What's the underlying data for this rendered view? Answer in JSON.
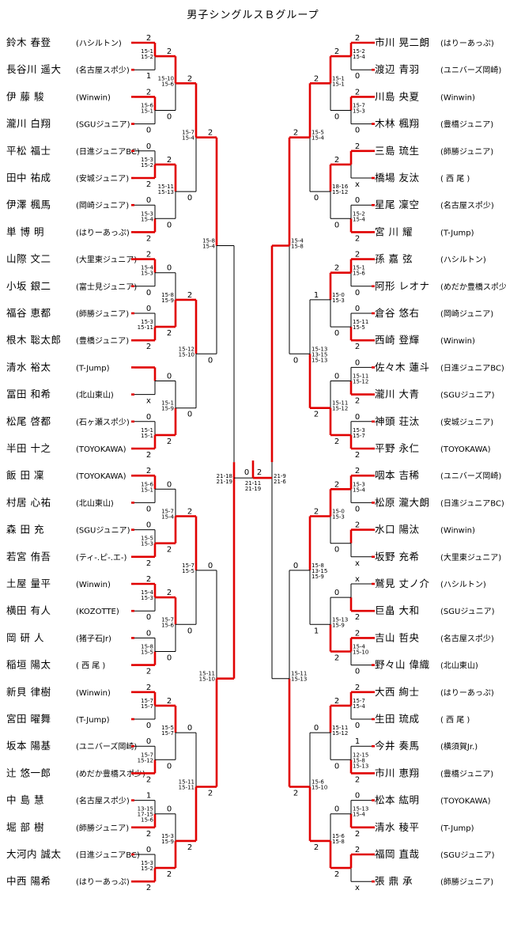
{
  "title": "男子シングルスＢグループ",
  "left_players": [
    {
      "name": "鈴木 春登",
      "club": "(ハシルトン)"
    },
    {
      "name": "長谷川 遥大",
      "club": "(名古屋スポ少)"
    },
    {
      "name": "伊 藤  駿",
      "club": "(Winwin)"
    },
    {
      "name": "瀧川 白翔",
      "club": "(SGUジュニア)"
    },
    {
      "name": "平松 福士",
      "club": "(日進ジュニアBC)"
    },
    {
      "name": "田中 祐成",
      "club": "(安城ジュニア)"
    },
    {
      "name": "伊澤 楓馬",
      "club": "(岡崎ジュニア)"
    },
    {
      "name": "単  博 明",
      "club": "(はりーあっぷ)"
    },
    {
      "name": "山際 文二",
      "club": "(大里東ジュニア)"
    },
    {
      "name": "小坂 銀二",
      "club": "(富士見ジュニア)"
    },
    {
      "name": "福谷 恵都",
      "club": "(師勝ジュニア)"
    },
    {
      "name": "根木 聡太郎",
      "club": "(豊橋ジュニア)"
    },
    {
      "name": "清水 裕太",
      "club": "(T-Jump)"
    },
    {
      "name": "冨田 和希",
      "club": "(北山東山)"
    },
    {
      "name": "松尾 啓都",
      "club": "(石ヶ瀬スポ少)"
    },
    {
      "name": "半田 十之",
      "club": "(TOYOKAWA)"
    },
    {
      "name": "飯 田  凜",
      "club": "(TOYOKAWA)"
    },
    {
      "name": "村居 心祐",
      "club": "(北山東山)"
    },
    {
      "name": "森 田  充",
      "club": "(SGUジュニア)"
    },
    {
      "name": "若宮 侑吾",
      "club": "(ティ-.ピ-.エ-)"
    },
    {
      "name": "土屋 量平",
      "club": "(Winwin)"
    },
    {
      "name": "横田 有人",
      "club": "(KOZOTTE)"
    },
    {
      "name": "岡  研 人",
      "club": "(猪子石Jr)"
    },
    {
      "name": "稲垣 陽太",
      "club": "( 西 尾 )"
    },
    {
      "name": "新貝 律樹",
      "club": "(Winwin)"
    },
    {
      "name": "宮田 曜舞",
      "club": "(T-Jump)"
    },
    {
      "name": "坂本 陽基",
      "club": "(ユニバーズ岡崎)"
    },
    {
      "name": "辻 悠一郎",
      "club": "(めだか豊橋スポ少)"
    },
    {
      "name": "中 島  慧",
      "club": "(名古屋スポ少)"
    },
    {
      "name": "堀 部  樹",
      "club": "(師勝ジュニア)"
    },
    {
      "name": "大河内 誠太",
      "club": "(日進ジュニアBC)"
    },
    {
      "name": "中西 陽希",
      "club": "(はりーあっぷ)"
    }
  ],
  "right_players": [
    {
      "name": "市川 晃二朗",
      "club": "(はりーあっぷ)"
    },
    {
      "name": "渡辺 青羽",
      "club": "(ユニバーズ岡崎)"
    },
    {
      "name": "川島 央夏",
      "club": "(Winwin)"
    },
    {
      "name": "木林 楓翔",
      "club": "(豊橋ジュニア)"
    },
    {
      "name": "三島 琉生",
      "club": "(師勝ジュニア)"
    },
    {
      "name": "橋場 友汰",
      "club": "( 西 尾 )"
    },
    {
      "name": "星尾 凜空",
      "club": "(名古屋スポ少)"
    },
    {
      "name": "宮 川  耀",
      "club": "(T-Jump)"
    },
    {
      "name": "孫  嘉 弦",
      "club": "(ハシルトン)"
    },
    {
      "name": "阿形 レオナ",
      "club": "(めだか豊橋スポ少)"
    },
    {
      "name": "倉谷 悠右",
      "club": "(岡崎ジュニア)"
    },
    {
      "name": "西崎 登輝",
      "club": "(Winwin)"
    },
    {
      "name": "佐々木 蓮斗",
      "club": "(日進ジュニアBC)"
    },
    {
      "name": "瀧川 大青",
      "club": "(SGUジュニア)"
    },
    {
      "name": "神頭 荘汰",
      "club": "(安城ジュニア)"
    },
    {
      "name": "平野 永仁",
      "club": "(TOYOKAWA)"
    },
    {
      "name": "咽本 吉稀",
      "club": "(ユニバーズ岡崎)"
    },
    {
      "name": "松原 瀧大朗",
      "club": "(日進ジュニアBC)"
    },
    {
      "name": "水口 陽汰",
      "club": "(Winwin)"
    },
    {
      "name": "坂野 充希",
      "club": "(大里東ジュニア)"
    },
    {
      "name": "鷲見 丈ノ介",
      "club": "(ハシルトン)"
    },
    {
      "name": "巨畠 大和",
      "club": "(SGUジュニア)"
    },
    {
      "name": "吉山 哲央",
      "club": "(名古屋スポ少)"
    },
    {
      "name": "野々山 偉織",
      "club": "(北山東山)"
    },
    {
      "name": "大西 絢士",
      "club": "(はりーあっぷ)"
    },
    {
      "name": "生田 琉成",
      "club": "( 西 尾 )"
    },
    {
      "name": "今井 奏馬",
      "club": "(横須賀Jr.)"
    },
    {
      "name": "市川 恵翔",
      "club": "(豊橋ジュニア)"
    },
    {
      "name": "松本 紘明",
      "club": "(TOYOKAWA)"
    },
    {
      "name": "清水 稜平",
      "club": "(T-Jump)"
    },
    {
      "name": "福岡 直哉",
      "club": "(SGUジュニア)"
    },
    {
      "name": "張  鼎 承",
      "club": "(師勝ジュニア)"
    }
  ],
  "left_r1": [
    {
      "r": [
        "2",
        "1"
      ],
      "s": [
        "15-1",
        "15-2"
      ]
    },
    {
      "r": [
        "2",
        "0"
      ],
      "s": [
        "15-6",
        "15-1"
      ]
    },
    {
      "r": [
        "0",
        "2"
      ],
      "s": [
        "15-3",
        "15-2"
      ]
    },
    {
      "r": [
        "0",
        "2"
      ],
      "s": [
        "15-3",
        "15-4"
      ]
    },
    {
      "r": [
        "2",
        "0"
      ],
      "s": [
        "15-4",
        "15-3"
      ]
    },
    {
      "r": [
        "0",
        "2"
      ],
      "s": [
        "15-3",
        "15-11"
      ]
    },
    {
      "r": [
        "",
        "x"
      ],
      "s": [
        "",
        ""
      ]
    },
    {
      "r": [
        "0",
        "2"
      ],
      "s": [
        "15-1",
        "15-1"
      ]
    },
    {
      "r": [
        "2",
        "0"
      ],
      "s": [
        "15-6",
        "15-1"
      ]
    },
    {
      "r": [
        "0",
        "2"
      ],
      "s": [
        "15-5",
        "15-3"
      ]
    },
    {
      "r": [
        "2",
        "0"
      ],
      "s": [
        "15-4",
        "15-3"
      ]
    },
    {
      "r": [
        "0",
        "2"
      ],
      "s": [
        "15-8",
        "15-5"
      ]
    },
    {
      "r": [
        "2",
        "0"
      ],
      "s": [
        "15-7",
        "15-7"
      ]
    },
    {
      "r": [
        "0",
        "2"
      ],
      "s": [
        "15-7",
        "15-12"
      ]
    },
    {
      "r": [
        "1",
        "2"
      ],
      "s": [
        "13-15",
        "17-15",
        "15-6"
      ]
    },
    {
      "r": [
        "0",
        "2"
      ],
      "s": [
        "15-3",
        "15-2"
      ]
    }
  ],
  "left_r2": [
    {
      "r": [
        "2",
        "0"
      ],
      "s": [
        "15-10",
        "15-6"
      ]
    },
    {
      "r": [
        "2",
        "0"
      ],
      "s": [
        "15-11",
        "15-13"
      ]
    },
    {
      "r": [
        "0",
        "2"
      ],
      "s": [
        "15-8",
        "15-9"
      ]
    },
    {
      "r": [
        "0",
        "2"
      ],
      "s": [
        "15-1",
        "15-9"
      ]
    },
    {
      "r": [
        "0",
        "2"
      ],
      "s": [
        "15-7",
        "15-4"
      ]
    },
    {
      "r": [
        "2",
        "0"
      ],
      "s": [
        "15-7",
        "15-6"
      ]
    },
    {
      "r": [
        "2",
        "0"
      ],
      "s": [
        "15-5",
        "15-7"
      ]
    },
    {
      "r": [
        "0",
        "2"
      ],
      "s": [
        "15-3",
        "15-9"
      ]
    }
  ],
  "left_r3": [
    {
      "r": [
        "2",
        "0"
      ],
      "s": [
        "15-7",
        "15-4"
      ]
    },
    {
      "r": [
        "2",
        "0"
      ],
      "s": [
        "15-12",
        "15-10"
      ]
    },
    {
      "r": [
        "2",
        "0"
      ],
      "s": [
        "15-7",
        "15-5"
      ]
    },
    {
      "r": [
        "0",
        "2"
      ],
      "s": [
        "15-11",
        "15-11"
      ]
    }
  ],
  "left_r4": [
    {
      "r": [
        "2",
        "0"
      ],
      "s": [
        "15-8",
        "15-4"
      ]
    },
    {
      "r": [
        "0",
        "2"
      ],
      "s": [
        "15-11",
        "15-10"
      ]
    }
  ],
  "right_r1": [
    {
      "r": [
        "2",
        "0"
      ],
      "s": [
        "15-2",
        "15-4"
      ]
    },
    {
      "r": [
        "2",
        "0"
      ],
      "s": [
        "15-7",
        "15-3"
      ]
    },
    {
      "r": [
        "2",
        "x"
      ],
      "s": [
        "",
        ""
      ]
    },
    {
      "r": [
        "0",
        "2"
      ],
      "s": [
        "15-2",
        "15-4"
      ]
    },
    {
      "r": [
        "2",
        "0"
      ],
      "s": [
        "15-1",
        "15-6"
      ]
    },
    {
      "r": [
        "0",
        "2"
      ],
      "s": [
        "15-11",
        "15-5"
      ]
    },
    {
      "r": [
        "0",
        "2"
      ],
      "s": [
        "15-11",
        "15-12"
      ]
    },
    {
      "r": [
        "0",
        "2"
      ],
      "s": [
        "15-3",
        "15-7"
      ]
    },
    {
      "r": [
        "2",
        "0"
      ],
      "s": [
        "15-3",
        "15-4"
      ]
    },
    {
      "r": [
        "2",
        "x"
      ],
      "s": [
        "",
        ""
      ]
    },
    {
      "r": [
        "x",
        "2"
      ],
      "s": [
        "",
        ""
      ]
    },
    {
      "r": [
        "2",
        "0"
      ],
      "s": [
        "15-4",
        "15-10"
      ]
    },
    {
      "r": [
        "2",
        "0"
      ],
      "s": [
        "15-7",
        "15-4"
      ]
    },
    {
      "r": [
        "1",
        "2"
      ],
      "s": [
        "12-15",
        "15-8",
        "15-13"
      ]
    },
    {
      "r": [
        "0",
        "2"
      ],
      "s": [
        "15-13",
        "15-4"
      ]
    },
    {
      "r": [
        "2",
        "x"
      ],
      "s": [
        "",
        ""
      ]
    }
  ],
  "right_r2": [
    {
      "r": [
        "2",
        "0"
      ],
      "s": [
        "15-1",
        "15-1"
      ]
    },
    {
      "r": [
        "2",
        "0"
      ],
      "s": [
        "18-16",
        "15-12"
      ]
    },
    {
      "r": [
        "2",
        "0"
      ],
      "s": [
        "15-0",
        "15-3"
      ]
    },
    {
      "r": [
        "0",
        "2"
      ],
      "s": [
        "15-11",
        "15-12"
      ]
    },
    {
      "r": [
        "2",
        "0"
      ],
      "s": [
        "15-0",
        "15-3"
      ]
    },
    {
      "r": [
        "0",
        "2"
      ],
      "s": [
        "15-13",
        "15-9"
      ]
    },
    {
      "r": [
        "2",
        "0"
      ],
      "s": [
        "15-11",
        "15-12"
      ]
    },
    {
      "r": [
        "0",
        "2"
      ],
      "s": [
        "15-6",
        "15-8"
      ]
    }
  ],
  "right_r3": [
    {
      "r": [
        "2",
        "0"
      ],
      "s": [
        "15-5",
        "15-4"
      ]
    },
    {
      "r": [
        "1",
        "2"
      ],
      "s": [
        "15-13",
        "13-15",
        "15-13"
      ]
    },
    {
      "r": [
        "2",
        "1"
      ],
      "s": [
        "15-8",
        "13-15",
        "15-9"
      ]
    },
    {
      "r": [
        "0",
        "2"
      ],
      "s": [
        "15-6",
        "15-10"
      ]
    }
  ],
  "right_r4": [
    {
      "r": [
        "2",
        "0"
      ],
      "s": [
        "15-4",
        "15-8"
      ]
    },
    {
      "r": [
        "0",
        "2"
      ],
      "s": [
        "15-11",
        "15-13"
      ]
    }
  ],
  "left_semi": {
    "r": "0",
    "s": [
      "21-18",
      "21-19"
    ]
  },
  "right_semi": {
    "r": "2",
    "s": [
      "21-9",
      "21-6"
    ]
  },
  "final": {
    "r": [
      "0",
      "2"
    ],
    "s": [
      "21-11",
      "21-19"
    ]
  },
  "colors": {
    "winner": "#e00000",
    "line": "#000000"
  }
}
